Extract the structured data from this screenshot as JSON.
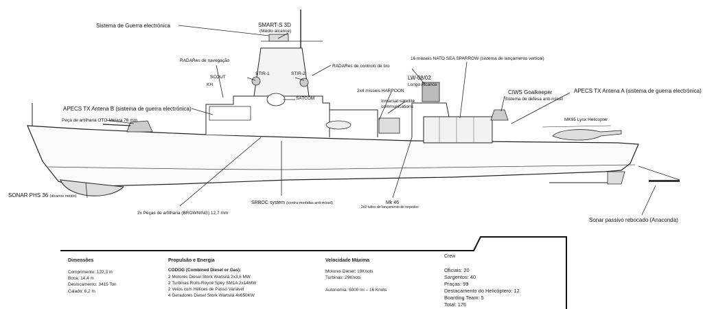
{
  "labels": {
    "guerra_electronica": "Sistema de Guerra electrónica",
    "smart_s": "SMART-S 3D",
    "smart_s_sub": "(Médio alcance)",
    "radar_navegacao": "RADARes de navegação",
    "scout": "SCOUT",
    "kh": "KH",
    "stir1": "STIR-1",
    "stir2": "STIR-2",
    "radar_tiro": "RADARes de controlo de tiro",
    "lw08": "LW-08/02",
    "lw08_sub": "Longo Alcance",
    "sea_sparrow": "16 misseis NATO SEA SPARROW (sistema de lançamento vertical)",
    "harpoon": "2x4 misseis HARPOON",
    "inmarsat": "Inmarsat satellite communications",
    "satcom": "SATCOM",
    "apecs_b": "APECS TX Antena B (sistema de guerra electrónica)",
    "otomelara": "Peça de artilharia OTO-Melara 76 mm",
    "goalkeeper": "CIWS Goalkeeper",
    "goalkeeper_sub": "Sistema de defesa anti-míssil",
    "apecs_a": "APECS TX Antena A (sistema de guerra electrónica)",
    "lynx": "MK95 Lynx Helicopter",
    "sonar_phs": "SONAR PHS 36",
    "sonar_phs_sub": "(alcance médio)",
    "browning": "2x Peças de artilharia (BROWNING) 12,7 mm",
    "srboc": "SRBOC system",
    "srboc_sub": "(contra-medidas anti-míssil)",
    "mk46": "Mk 46",
    "mk46_sub": "2x2 tubos de lançamento de torpedos",
    "sonar_passivo": "Sonar passivo rebocado  (Anaconda)"
  },
  "specs": {
    "dimensoes": {
      "title": "Dimensões",
      "lines": [
        "Comprimento: 122,3 m",
        "Boca: 14,4 m",
        "Deslocamento: 3415 Ton",
        "Calado: 6,2 m"
      ]
    },
    "propulsao": {
      "title": "Propulsão e Energia",
      "lines": [
        "CODOG (Combined Diesel or Gas):",
        "2 Motores Diesel Stork Wartsilä 2x3,6 MW",
        "2 Turbinas Rolls-Royce Spey SM1A 2x14MW",
        "2 Veios com Hélices de Passo Variável",
        "4 Geradores Diesel Stork Wartsilä 4x650KW"
      ]
    },
    "velocidade": {
      "title": "Velocidade Máxima",
      "lines": [
        "Motores Diesel: 19Knots",
        "Turbinas: 29Knots",
        "",
        "Autonomia: 5000 mi – 16 Knots"
      ]
    },
    "crew": {
      "title": "Crew",
      "lines": [
        "Oficiais: 20",
        "Sargentos: 40",
        "Praças: 99",
        "Destacamento do Helicóptero: 12",
        "Boarding Team: 5",
        "Total: 176"
      ]
    }
  }
}
